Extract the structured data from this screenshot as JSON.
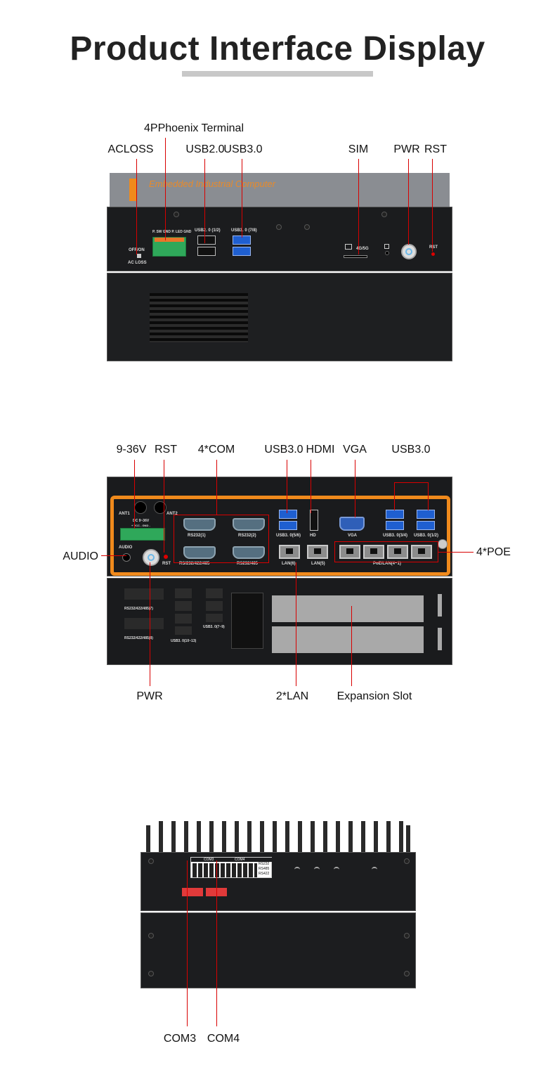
{
  "page": {
    "title": "Product Interface Display"
  },
  "view1": {
    "labels": {
      "phoenix": "4PPhoenix Terminal",
      "acloss": "ACLOSS",
      "usb20": "USB2.0",
      "usb30": "USB3.0",
      "sim": "SIM",
      "pwr": "PWR",
      "rst": "RST"
    },
    "device": {
      "brand_text": "Embedded Industrial Computer",
      "terminal_text": "P. SW GND P. LED GND",
      "off_on": "OFF/ON",
      "ac_loss": "AC LOSS",
      "usb20_print": "USB2. 0 (1/2)",
      "usb30_print": "USB3. 0 (7/8)",
      "sim_print": "4G/5G",
      "rst_print": "RST"
    }
  },
  "view2": {
    "labels": {
      "v936": "9-36V",
      "rst": "RST",
      "com4": "4*COM",
      "usb30a": "USB3.0",
      "hdmi": "HDMI",
      "vga": "VGA",
      "usb30b": "USB3.0",
      "audio": "AUDIO",
      "poe": "4*POE",
      "pwr": "PWR",
      "lan2": "2*LAN",
      "expansion": "Expansion Slot"
    },
    "device": {
      "ant1": "ANT1",
      "ant2": "ANT2",
      "dc": "DC 9~36V",
      "vcc_gnd": "+ VCC  - GND -",
      "audio": "AUDIO",
      "rst": "RST",
      "rs232_1": "RS232(1)",
      "rs232_2": "RS232(2)",
      "rs_3": "RS/232/422/485",
      "rs_4": "RS232/485",
      "usb56": "USB3. 0(5/6)",
      "hd": "HD",
      "vga": "VGA",
      "usb34": "USB3. 0(3/4)",
      "usb12": "USB3. 0(1/2)",
      "lan6": "LAN(6)",
      "lan5": "LAN(5)",
      "poe_lan": "PoE/LAN(4~1)",
      "rs7": "RS232/422/485(7)",
      "rs8": "RS232/422/485(8)",
      "usb79": "USB3. 0(7~9)",
      "usb1013": "USB3. 0(10~13)"
    }
  },
  "view3": {
    "labels": {
      "com3": "COM3",
      "com4": "COM4"
    },
    "device": {
      "com3_hdr": "COM3",
      "com4_hdr": "COM4",
      "rs232": "RS232",
      "rs485": "RS485",
      "rs422": "RS422"
    }
  }
}
